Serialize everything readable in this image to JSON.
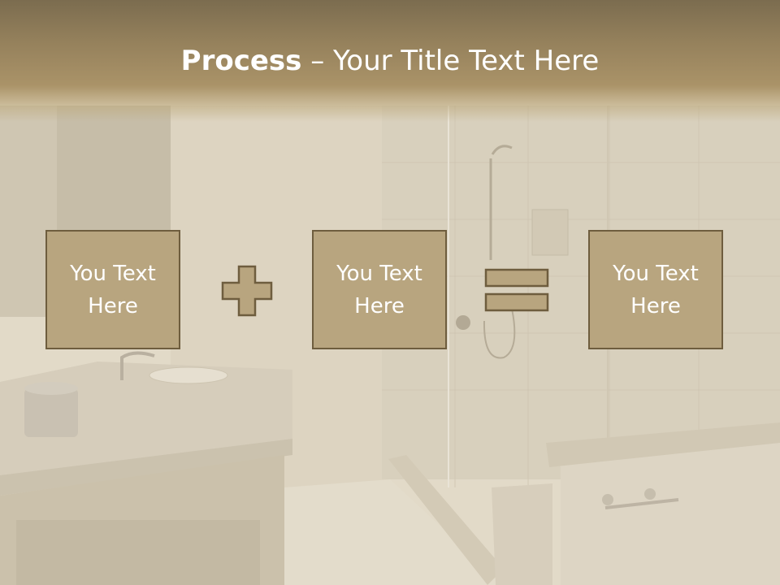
{
  "slide": {
    "title_bold": "Process",
    "title_separator": " – ",
    "title_rest": "Your Title Text Here",
    "boxes": [
      {
        "line1": "You Text",
        "line2": "Here"
      },
      {
        "line1": "You Text",
        "line2": "Here"
      },
      {
        "line1": "You Text",
        "line2": "Here"
      }
    ],
    "operators": [
      "plus-icon",
      "equals-icon"
    ],
    "colors": {
      "title_bar": "#95815c",
      "box_fill": "#b8a57f",
      "box_border": "#6e5d3e",
      "text": "#ffffff"
    }
  }
}
